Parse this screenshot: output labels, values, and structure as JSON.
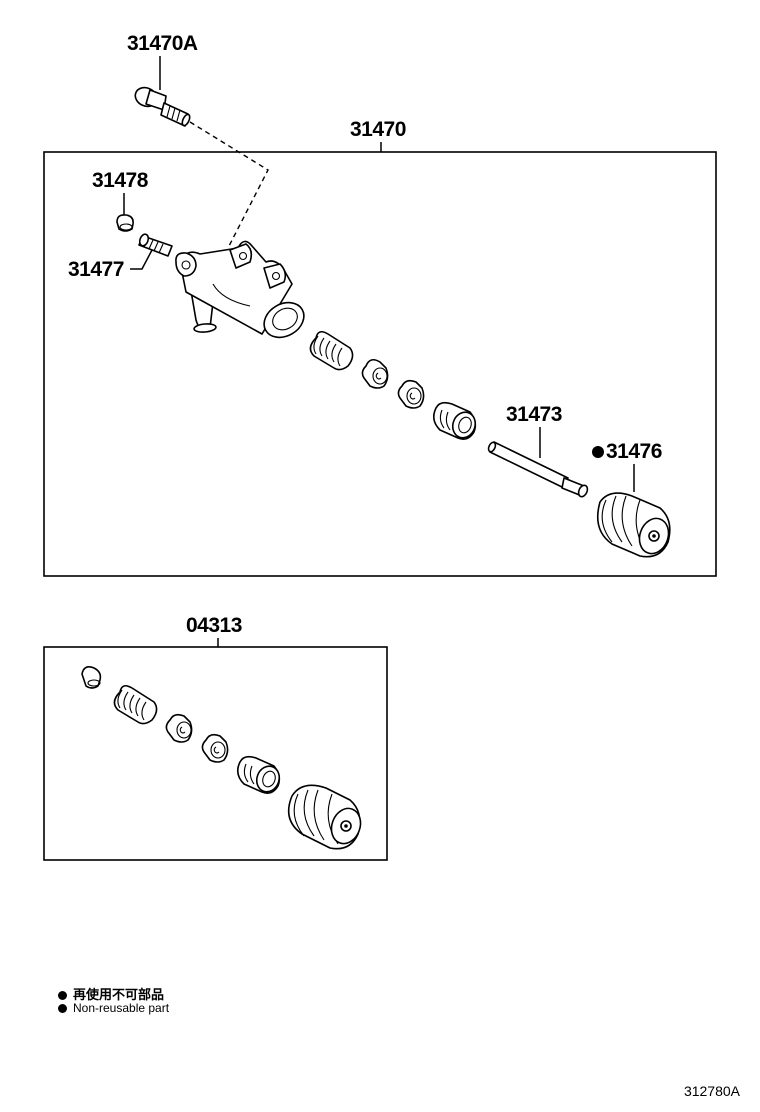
{
  "labels": {
    "bolt": "31470A",
    "cylinder_assembly": "31470",
    "bleeder_cap": "31478",
    "bleeder_plug": "31477",
    "push_rod": "31473",
    "boot": "31476",
    "repair_kit": "04313"
  },
  "legend": {
    "jp": "再使用不可部品",
    "en": "Non-reusable part"
  },
  "figure_id": "312780A"
}
